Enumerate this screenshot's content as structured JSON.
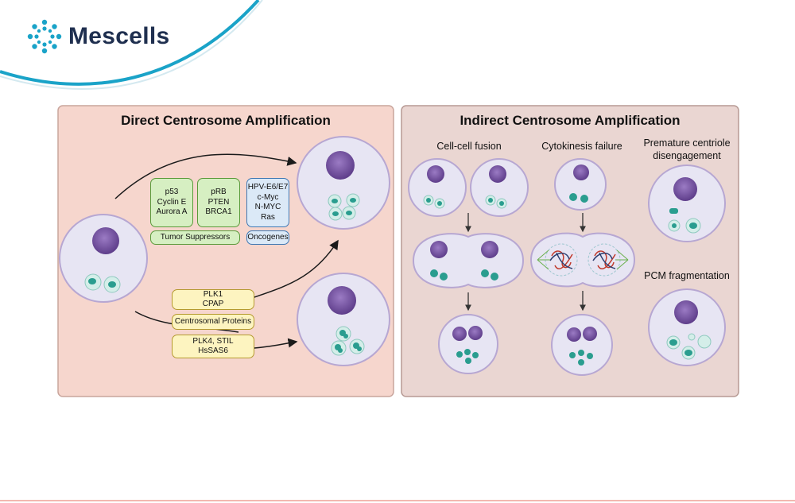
{
  "brand": {
    "name": "Mescells",
    "color": "#1f2f4f",
    "accent": "#1aa3c8"
  },
  "direct": {
    "title": "Direct Centrosome Amplification",
    "tumor_box_1": "p53\nCyclin E\nAurora A",
    "tumor_box_2": "pRB\nPTEN\nBRCA1",
    "tumor_label": "Tumor Suppressors",
    "onco_box": "HPV-E6/E7\nc-Myc\nN-MYC\nRas",
    "onco_label": "Oncogenes",
    "plk1_box": "PLK1\nCPAP",
    "centrosomal_label": "Centrosomal Proteins",
    "plk4_box": "PLK4, STIL\nHsSAS6"
  },
  "indirect": {
    "title": "Indirect Centrosome Amplification",
    "fusion_label": "Cell-cell fusion",
    "cytokinesis_label": "Cytokinesis failure",
    "premature_label": "Premature centriole\ndisengagement",
    "pcm_label": "PCM fragmentation"
  },
  "colors": {
    "direct_panel": "#f6d6cd",
    "indirect_panel": "#ead6d2",
    "panel_border": "#c9a59c",
    "cell_fill": "#e7e5f3",
    "cell_border": "#b7a7d2",
    "nucleus": "#7f5aa6",
    "centrosome": "#2a9d8f"
  }
}
